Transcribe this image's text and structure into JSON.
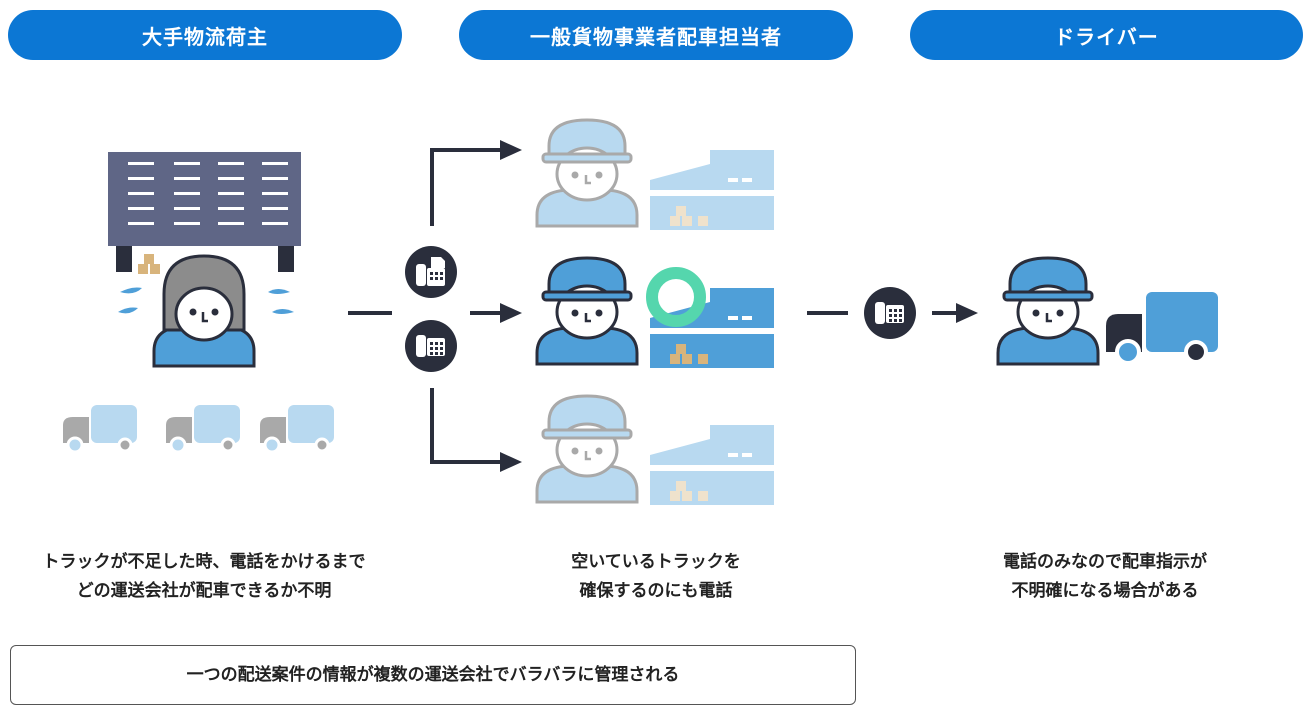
{
  "columns": [
    {
      "label": "大手物流荷主"
    },
    {
      "label": "一般貨物事業者配車担当者"
    },
    {
      "label": "ドライバー"
    }
  ],
  "captions": {
    "shipper": [
      "トラックが不足した時、電話をかけるまで",
      "どの運送会社が配車できるか不明"
    ],
    "dispatcher": [
      "空いているトラックを",
      "確保するのにも電話"
    ],
    "driver": [
      "電話のみなので配車指示が",
      "不明確になる場合がある"
    ]
  },
  "bottom_note": "一つの配送案件の情報が複数の運送会社でバラバラに管理される",
  "colors": {
    "accent": "#0c77d4",
    "navy": "#2a2e3c",
    "blue": "#4f9fd8",
    "light_blue": "#b8d9f0",
    "gray": "#a9a9a9",
    "green": "#55d6ad",
    "warehouse_dark": "#5f6686",
    "box": "#d8b47c"
  }
}
